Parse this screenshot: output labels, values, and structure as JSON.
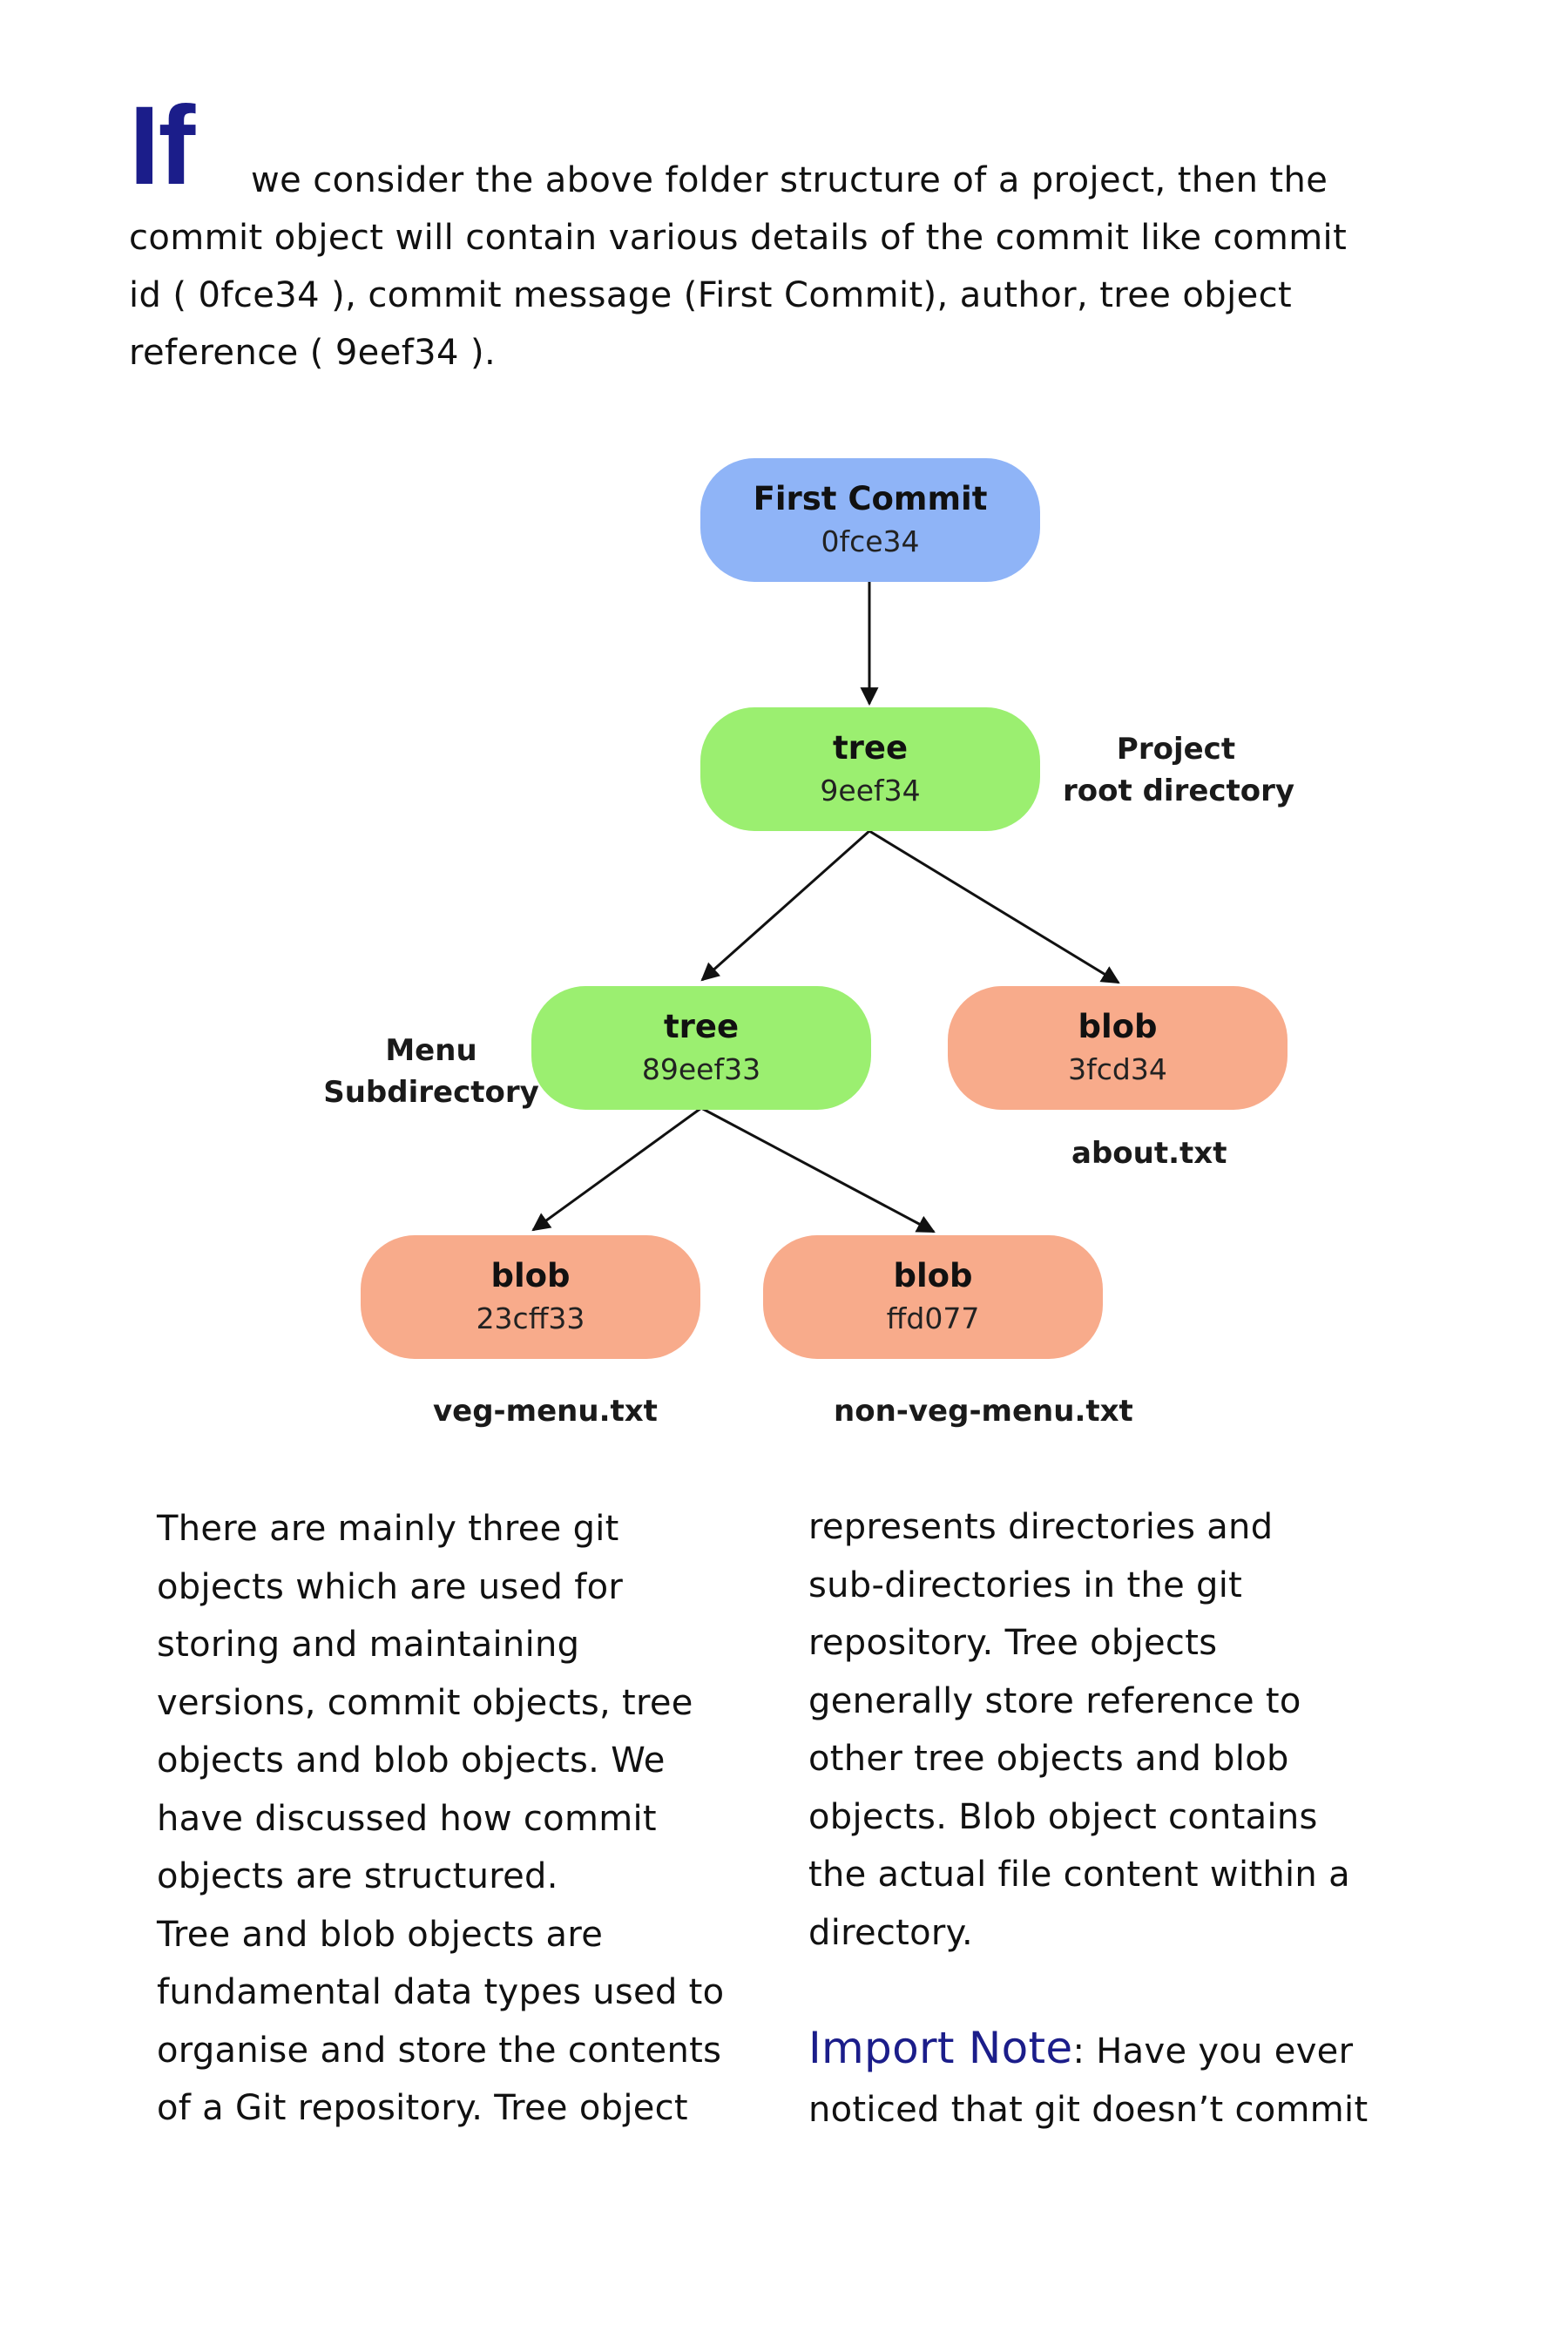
{
  "intro": {
    "dropcap": "If",
    "lines": [
      "we consider the above folder structure of a project, then the",
      "commit object will contain various details of the commit like commit",
      "id ( 0fce34 ), commit message (First Commit), author, tree object",
      "reference ( 9eef34 )."
    ]
  },
  "diagram": {
    "nodes": {
      "commit": {
        "title": "First Commit",
        "id": "0fce34"
      },
      "root_tree": {
        "title": "tree",
        "id": "9eef34"
      },
      "menu_tree": {
        "title": "tree",
        "id": "89eef33"
      },
      "about_blob": {
        "title": "blob",
        "id": "3fcd34"
      },
      "veg_blob": {
        "title": "blob",
        "id": "23cff33"
      },
      "nonveg_blob": {
        "title": "blob",
        "id": "ffd077"
      }
    },
    "labels": {
      "project_line1": "Project",
      "project_line2": "root directory",
      "menu_line1": "Menu",
      "menu_line2": "Subdirectory",
      "about_file": "about.txt",
      "veg_file": "veg-menu.txt",
      "nonveg_file": "non-veg-menu.txt"
    },
    "colors": {
      "commit": "#8fb4f7",
      "tree": "#9bef70",
      "blob": "#f8ab8b"
    }
  },
  "body": {
    "left_lines": [
      "There are mainly three git",
      "objects which are used for",
      "storing and maintaining",
      "versions, commit objects, tree",
      "objects and blob objects. We",
      "have discussed how commit",
      "objects are structured.",
      "Tree and blob objects are",
      "fundamental data types used to",
      "organise and store the contents",
      "of a Git repository. Tree object"
    ],
    "right_lines": [
      "represents directories and",
      "sub-directories in the git",
      "repository. Tree objects",
      "generally store reference to",
      "other tree objects and blob",
      "objects. Blob object contains",
      "the actual file content within a",
      "directory."
    ],
    "note_heading": "Import Note",
    "note_line1_rest": ": Have you ever",
    "note_line2": "noticed that git doesn’t commit",
    "accent_color": "#1b1d8a"
  }
}
